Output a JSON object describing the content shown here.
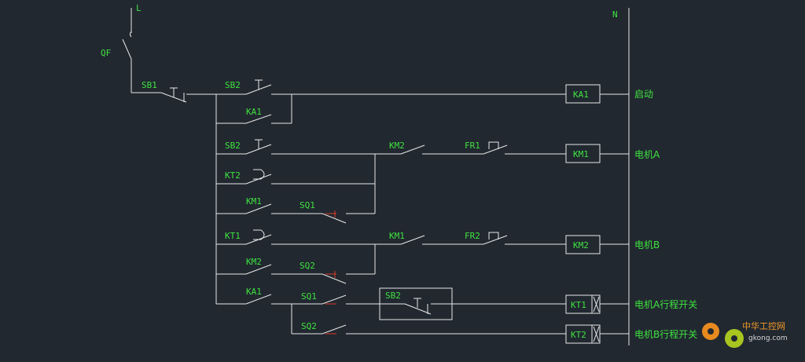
{
  "rails": {
    "line_label": "L",
    "neutral_label": "N"
  },
  "breaker": {
    "label": "QF"
  },
  "buttons": {
    "sb1": "SB1",
    "sb2_top": "SB2",
    "ka1_hold": "KA1",
    "sb2_mid": "SB2",
    "kt2": "KT2",
    "km1_hold": "KM1",
    "sq1_a": "SQ1",
    "km2_int": "KM2",
    "fr1": "FR1",
    "kt1": "KT1",
    "km2_hold": "KM2",
    "sq2_a": "SQ2",
    "km1_int": "KM1",
    "fr2": "FR2",
    "ka1_bot": "KA1",
    "sq1_b": "SQ1",
    "sb2_box": "SB2",
    "sq2_b": "SQ2"
  },
  "coils": {
    "ka1": "KA1",
    "km1": "KM1",
    "km2": "KM2",
    "kt1": "KT1",
    "kt2": "KT2"
  },
  "functions": {
    "start": "启动",
    "motor_a": "电机A",
    "motor_b": "电机B",
    "motor_a_travel": "电机A行程开关",
    "motor_b_travel": "电机B行程开关"
  },
  "watermark": {
    "cn": "中华工控网",
    "url": "gkong.com"
  },
  "colors": {
    "background": "#212830",
    "wire": "#e8e8e8",
    "label": "#3fe23f",
    "accent": "#e03a2a"
  }
}
